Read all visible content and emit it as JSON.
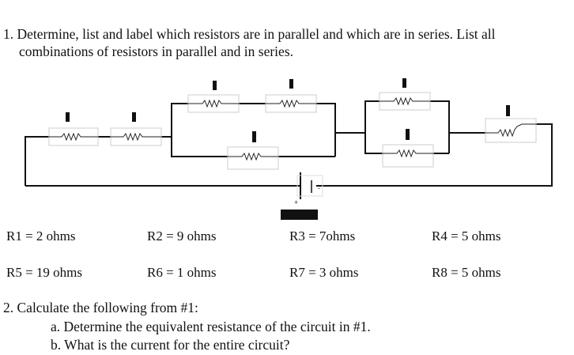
{
  "question1": {
    "line1": "1. Determine, list and label which resistors are in parallel and which are in series.  List all",
    "line2": "combinations of resistors in parallel and in series."
  },
  "resistor_values": [
    "R1 = 2 ohms",
    "R2 = 9 ohms",
    "R3 = 7ohms",
    "R4 = 5 ohms",
    "R5 = 19 ohms",
    "R6 = 1 ohms",
    "R7 = 3 ohms",
    "R8 = 5 ohms"
  ],
  "battery": {
    "plus": "+",
    "minus": "-"
  },
  "question2": {
    "title": "2. Calculate the following from #1:",
    "a": "a. Determine the equivalent resistance of the circuit in #1.",
    "b": "b. What is the current for the entire circuit?"
  }
}
